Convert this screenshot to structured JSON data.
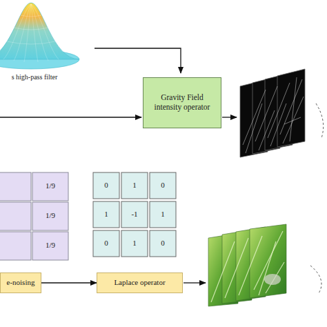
{
  "diagram": {
    "nodes": [
      {
        "text": [
          "Gravity Field intensity operator"
        ]
      },
      {
        "text": [
          "e-noising"
        ]
      },
      {
        "text": [
          "Laplace operator"
        ]
      }
    ],
    "edges": [
      {
        "from": 1,
        "to": 2,
        "arrow": "to"
      }
    ],
    "labels": [
      "s high-pass filter",
      "1/9",
      "1/9",
      "1/9",
      "0",
      "1",
      "0",
      "1",
      "-1",
      "1",
      "0",
      "1",
      "0"
    ]
  }
}
